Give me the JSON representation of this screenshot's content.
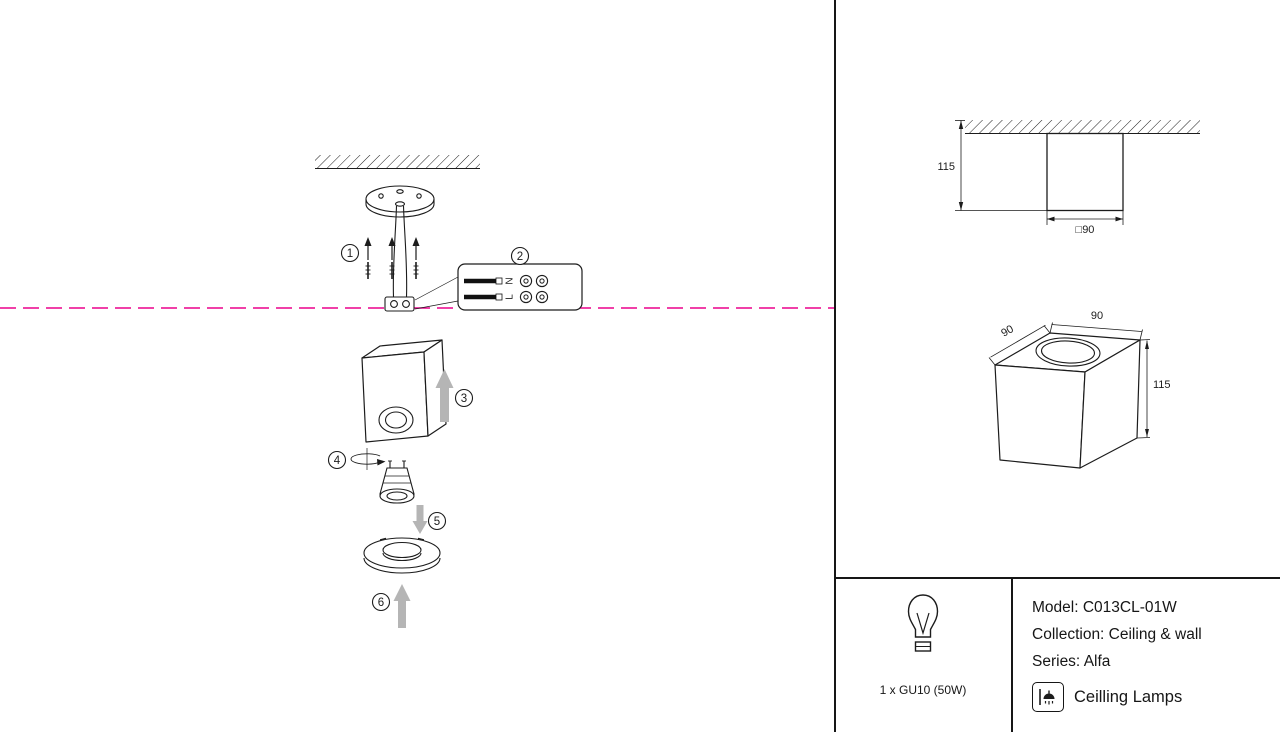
{
  "colors": {
    "line": "#1c1c1c",
    "accent_magenta": "#ec008c",
    "arrow_gray": "#b5b5b5"
  },
  "assembly": {
    "steps": [
      "1",
      "2",
      "3",
      "4",
      "5",
      "6"
    ],
    "terminal": {
      "n_label": "N",
      "l_label": "L"
    }
  },
  "dimensions": {
    "front_view": {
      "height": "115",
      "width": "□90"
    },
    "perspective_view": {
      "top_width": "90",
      "top_depth": "90",
      "side_height": "115"
    }
  },
  "spec": {
    "bulb": "1 x GU10 (50W)",
    "model": "Model: C013CL-01W",
    "collection": "Collection: Ceiling & wall",
    "series": "Series: Alfa",
    "category": "Ceilling Lamps"
  }
}
